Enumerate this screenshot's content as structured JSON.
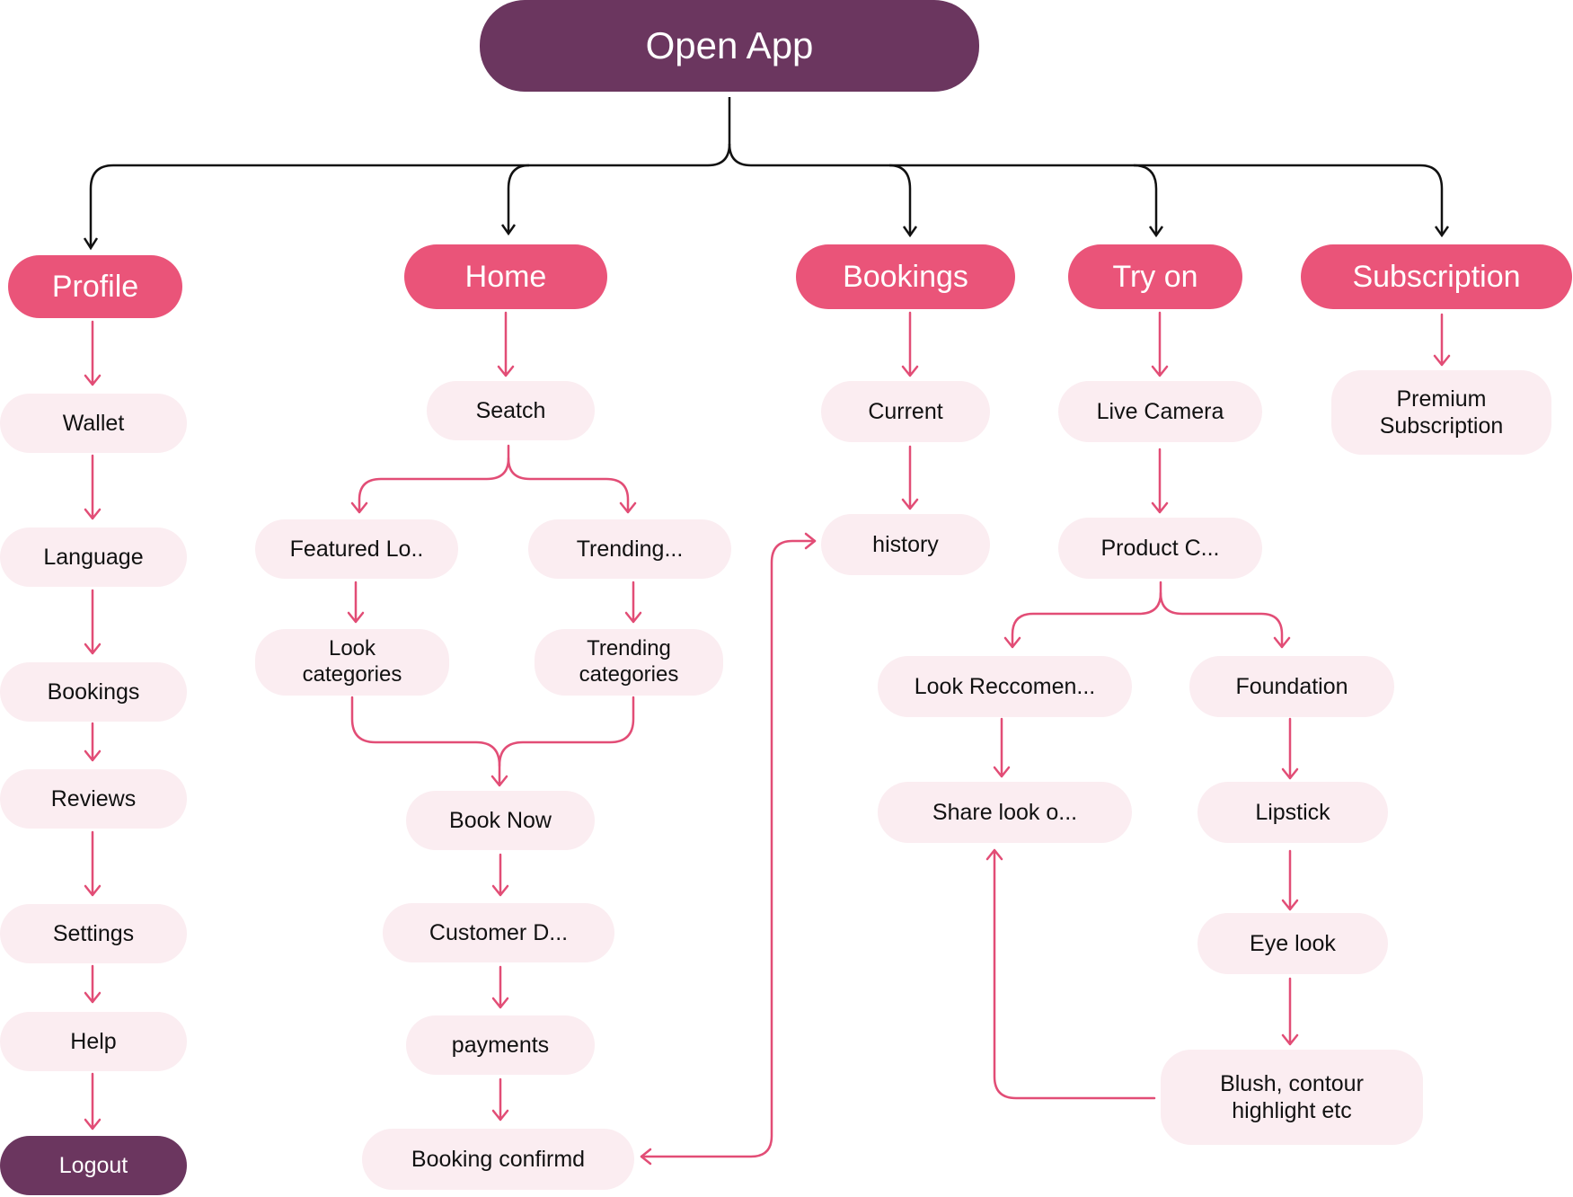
{
  "root": {
    "label": "Open App"
  },
  "categories": {
    "profile": "Profile",
    "home": "Home",
    "bookings": "Bookings",
    "try_on": "Try on",
    "subscription": "Subscription"
  },
  "profile_items": {
    "wallet": "Wallet",
    "language": "Language",
    "bookings": "Bookings",
    "reviews": "Reviews",
    "settings": "Settings",
    "help": "Help",
    "logout": "Logout"
  },
  "home_items": {
    "search": "Seatch",
    "featured": "Featured Lo..",
    "trending": "Trending...",
    "look_categories": "Look\ncategories",
    "trending_categories": "Trending\ncategories",
    "book_now": "Book Now",
    "customer": "Customer D...",
    "payments": "payments",
    "booking_confirmed": "Booking confirmd"
  },
  "bookings_items": {
    "current": "Current",
    "history": "history"
  },
  "tryon_items": {
    "live_camera": "Live Camera",
    "product": "Product C...",
    "look_recommend": "Look Reccomen...",
    "share_look": "Share look o...",
    "foundation": "Foundation",
    "lipstick": "Lipstick",
    "eye_look": "Eye look",
    "blush": "Blush, contour\nhighlight etc"
  },
  "subscription_items": {
    "premium": "Premium\nSubscription"
  },
  "colors": {
    "root": "#6b365f",
    "category": "#ea5479",
    "item_bg": "#fbedf1",
    "connector_primary": "#111111",
    "connector_secondary": "#e24d76",
    "logout": "#6b365f"
  }
}
